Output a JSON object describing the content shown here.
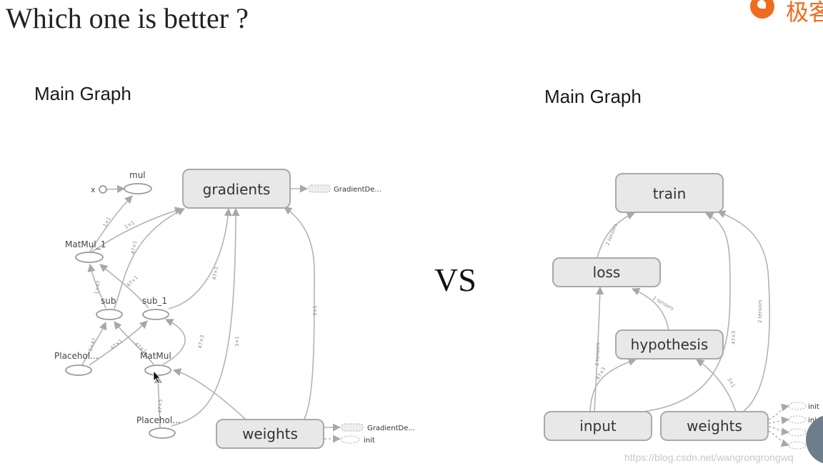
{
  "slide": {
    "title": "Which one is better ?",
    "vs": "VS",
    "logo_text": "极客",
    "watermark": "https://blog.csdn.net/wangrongrongwq"
  },
  "left_graph": {
    "heading": "Main Graph",
    "nodes": {
      "gradients": "gradients",
      "weights": "weights",
      "mul": "mul",
      "x": "x",
      "matmul_1": "MatMul_1",
      "sub": "sub",
      "sub_1": "sub_1",
      "placeholder_a": "Placehol...",
      "matmul": "MatMul",
      "placeholder_b": "Placehol...",
      "gradient_de_top": "GradientDe...",
      "gradient_de_bottom": "GradientDe...",
      "init": "init"
    },
    "edge_labels": [
      "1×1",
      "1×1",
      "47×1",
      "1×47",
      "47×1",
      "47×1",
      "1×47",
      "47×1",
      "47×1",
      "47×3",
      "47×3",
      "3×1",
      "3×1"
    ]
  },
  "right_graph": {
    "heading": "Main Graph",
    "nodes": {
      "train": "train",
      "loss": "loss",
      "hypothesis": "hypothesis",
      "input": "input",
      "weights": "weights",
      "init_1": "init",
      "init_2": "ini"
    },
    "edge_labels": [
      "2 tensors",
      "2 tensors",
      "2 tensors",
      "47×3",
      "2 tensors",
      "47×3",
      "3×1"
    ]
  }
}
